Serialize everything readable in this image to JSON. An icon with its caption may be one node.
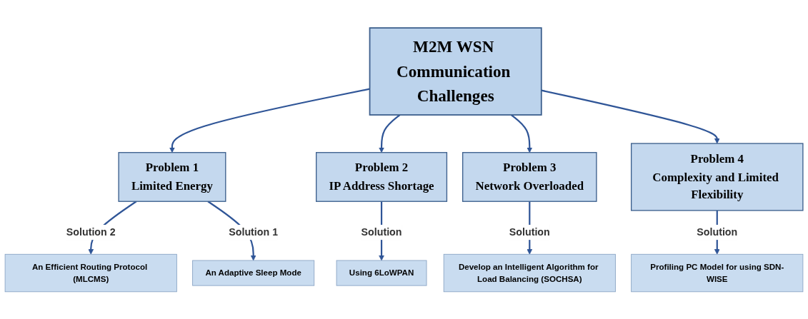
{
  "diagram": {
    "nodes": [
      {
        "text": [
          "M2M WSN Communication Challenges"
        ]
      },
      {
        "text": [
          "Problem 1",
          "Limited Energy"
        ]
      },
      {
        "text": [
          "Problem 2",
          "IP Address Shortage"
        ]
      },
      {
        "text": [
          "Problem 3",
          "Network Overloaded"
        ]
      },
      {
        "text": [
          "Problem 4",
          "Complexity and Limited Flexibility"
        ]
      },
      {
        "text": [
          "An Efficient Routing Protocol (MLCMS)"
        ]
      },
      {
        "text": [
          "An Adaptive Sleep Mode"
        ]
      },
      {
        "text": [
          "Using 6LoWPAN"
        ]
      },
      {
        "text": [
          "Develop an Intelligent Algorithm for Load Balancing (SOCHSA)"
        ]
      },
      {
        "text": [
          "Profiling PC Model for using SDN-WISE"
        ]
      }
    ],
    "edges": [
      {
        "from": 0,
        "to": 1,
        "arrow": "to"
      },
      {
        "from": 0,
        "to": 2,
        "arrow": "to"
      },
      {
        "from": 0,
        "to": 3,
        "arrow": "to"
      },
      {
        "from": 0,
        "to": 4,
        "arrow": "to"
      },
      {
        "from": 1,
        "to": 5,
        "arrow": "to",
        "label": "Solution 2"
      },
      {
        "from": 1,
        "to": 6,
        "arrow": "to",
        "label": "Solution 1"
      },
      {
        "from": 2,
        "to": 7,
        "arrow": "to",
        "label": "Solution"
      },
      {
        "from": 3,
        "to": 8,
        "arrow": "to",
        "label": "Solution"
      },
      {
        "from": 4,
        "to": 9,
        "arrow": "to",
        "label": "Solution"
      }
    ]
  }
}
